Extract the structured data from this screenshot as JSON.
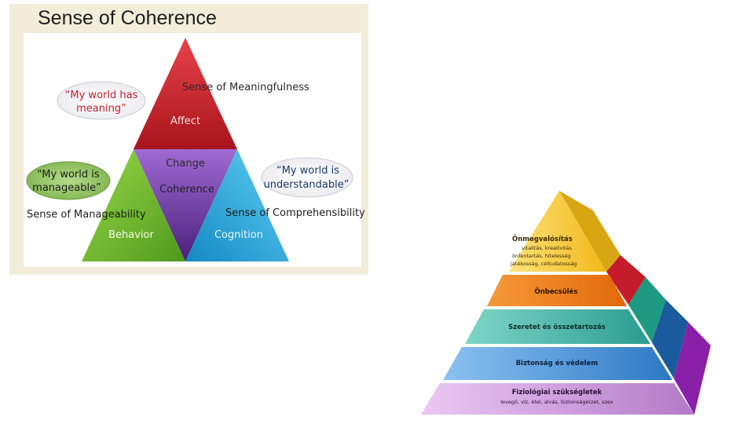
{
  "slide_title": "Sense of Coherence",
  "coherence_diagram": {
    "triangles": {
      "top": "Affect",
      "left": "Behavior",
      "right": "Cognition",
      "center_top": "Change",
      "center_bottom": "Coherence"
    },
    "senses": {
      "meaningfulness": "Sense of Meaningfulness",
      "manageability": "Sense of Manageability",
      "comprehensibility": "Sense of Comprehensibility"
    },
    "bubbles": {
      "meaning_line1": "“My world has",
      "meaning_line2": "meaning”",
      "manageable_line1": "\"My world is",
      "manageable_line2": "manageable”",
      "understandable_line1": "“My world is",
      "understandable_line2": "understandable”"
    },
    "colors": {
      "red": "#c8202c",
      "purple": "#6b3a9c",
      "green": "#6fba2c",
      "blue": "#2aa3d8"
    }
  },
  "needs_pyramid": {
    "levels": [
      {
        "title": "Önmegvalósítás",
        "detail_lines": [
          "vitalitás, kreativitás",
          "önfentartás, hitelesség",
          "játékosság, céltudatosság"
        ]
      },
      {
        "title": "Önbecsülés"
      },
      {
        "title": "Szeretet és összetartozás"
      },
      {
        "title": "Biztonság és védelem"
      },
      {
        "title": "Fiziológiai szükségletek",
        "detail_lines": [
          "levegő, víz, étel, alvás, biztonságérzet, szex"
        ]
      }
    ],
    "colors": [
      "#f5c62a",
      "#ef7a10",
      "#3fb3a6",
      "#3d8fd6",
      "#c98ed6"
    ]
  }
}
